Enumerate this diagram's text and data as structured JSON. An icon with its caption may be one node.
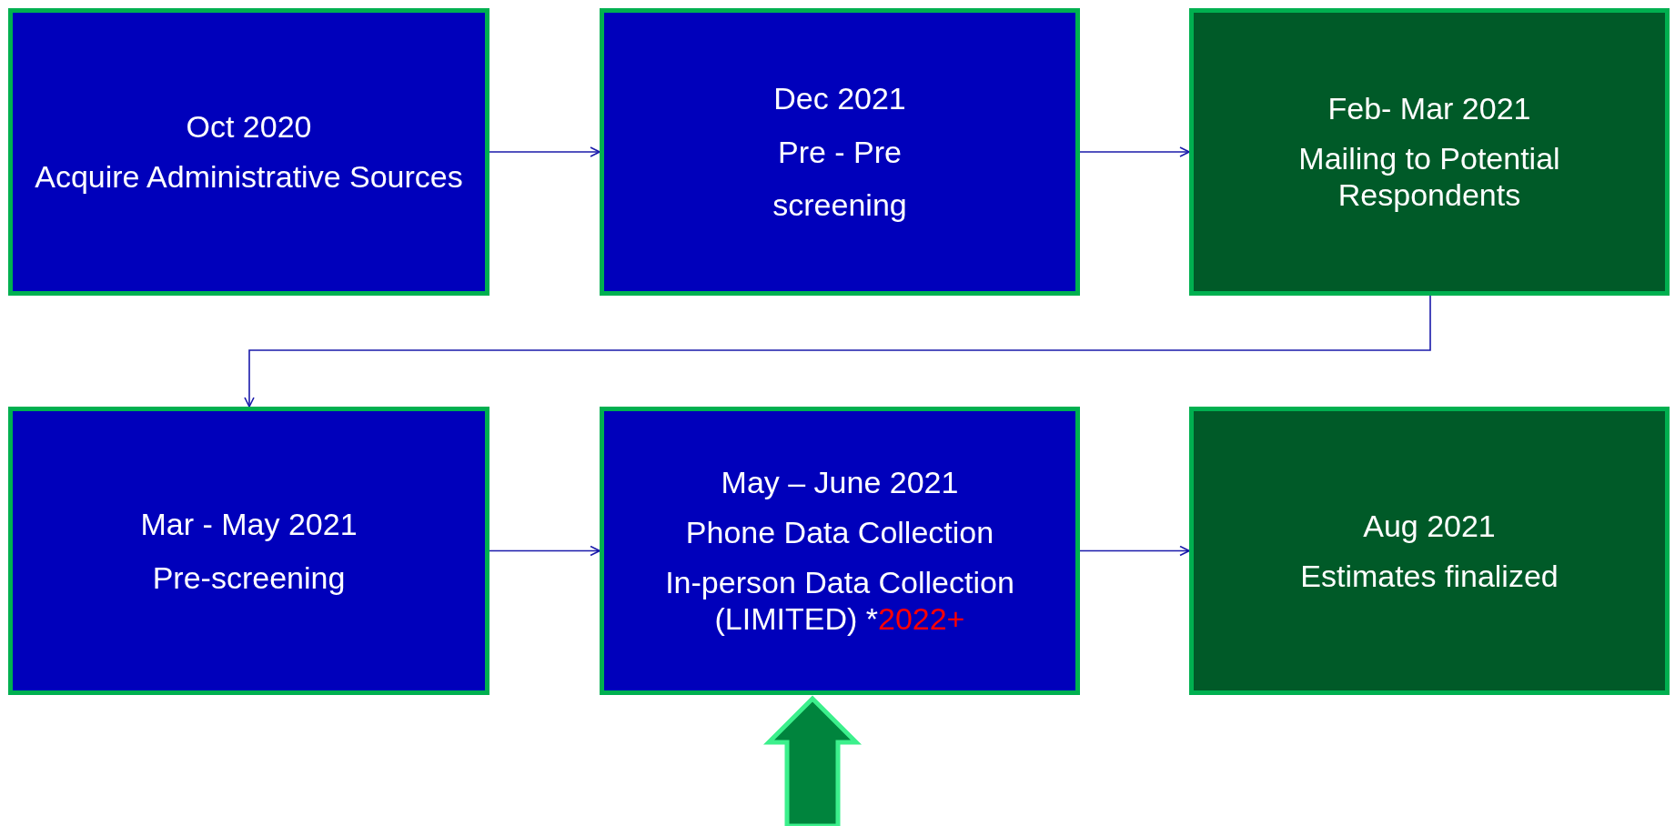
{
  "diagram": {
    "nodes": [
      {
        "text": [
          "Oct 2020",
          "Acquire Administrative Sources"
        ]
      },
      {
        "text": [
          "Dec 2021",
          "Pre - Pre",
          "screening"
        ]
      },
      {
        "text": [
          "Feb- Mar 2021",
          "Mailing to Potential Respondents"
        ]
      },
      {
        "text": [
          "Mar - May 2021",
          "Pre-screening"
        ]
      },
      {
        "text": [
          "May – June 2021",
          "Phone Data Collection",
          "In-person Data Collection (LIMITED) *",
          "2022+"
        ]
      },
      {
        "text": [
          "Aug 2021",
          "Estimates finalized"
        ]
      }
    ],
    "edges": [
      {
        "from": 0,
        "to": 1,
        "arrow": "to"
      },
      {
        "from": 1,
        "to": 2,
        "arrow": "to"
      },
      {
        "from": 2,
        "to": 3,
        "arrow": "to"
      },
      {
        "from": 3,
        "to": 4,
        "arrow": "to"
      },
      {
        "from": 4,
        "to": 5,
        "arrow": "to"
      },
      {
        "from": null,
        "to": 4,
        "arrow": "to",
        "style": "thick",
        "color": "#00843d"
      }
    ]
  }
}
